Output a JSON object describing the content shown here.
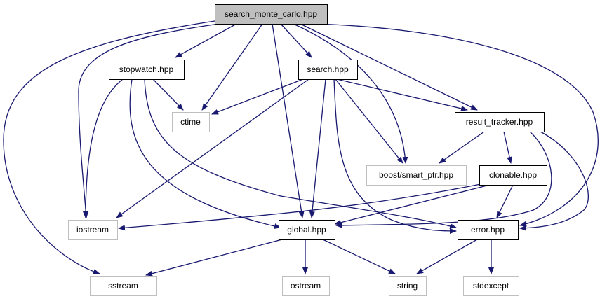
{
  "diagram": {
    "type": "include-dependency-graph",
    "colors": {
      "root_fill": "#bfbfbf",
      "edge": "#191970",
      "internal_border": "#000000",
      "external_border": "#bfbfbf",
      "node_fill": "#ffffff"
    },
    "nodes": {
      "search_monte_carlo": {
        "label": "search_monte_carlo.hpp",
        "kind": "root"
      },
      "stopwatch": {
        "label": "stopwatch.hpp",
        "kind": "internal"
      },
      "search": {
        "label": "search.hpp",
        "kind": "internal"
      },
      "ctime": {
        "label": "ctime",
        "kind": "external"
      },
      "result_tracker": {
        "label": "result_tracker.hpp",
        "kind": "internal"
      },
      "smart_ptr": {
        "label": "boost/smart_ptr.hpp",
        "kind": "external"
      },
      "clonable": {
        "label": "clonable.hpp",
        "kind": "internal"
      },
      "iostream": {
        "label": "iostream",
        "kind": "external"
      },
      "global": {
        "label": "global.hpp",
        "kind": "internal"
      },
      "error": {
        "label": "error.hpp",
        "kind": "internal"
      },
      "sstream": {
        "label": "sstream",
        "kind": "external"
      },
      "ostream": {
        "label": "ostream",
        "kind": "external"
      },
      "string": {
        "label": "string",
        "kind": "external"
      },
      "stdexcept": {
        "label": "stdexcept",
        "kind": "external"
      }
    },
    "edges": [
      [
        "search_monte_carlo",
        "stopwatch"
      ],
      [
        "search_monte_carlo",
        "search"
      ],
      [
        "search_monte_carlo",
        "ctime"
      ],
      [
        "search_monte_carlo",
        "result_tracker"
      ],
      [
        "search_monte_carlo",
        "smart_ptr"
      ],
      [
        "search_monte_carlo",
        "iostream"
      ],
      [
        "search_monte_carlo",
        "global"
      ],
      [
        "search_monte_carlo",
        "error"
      ],
      [
        "search_monte_carlo",
        "sstream"
      ],
      [
        "stopwatch",
        "ctime"
      ],
      [
        "stopwatch",
        "iostream"
      ],
      [
        "stopwatch",
        "global"
      ],
      [
        "stopwatch",
        "error"
      ],
      [
        "search",
        "ctime"
      ],
      [
        "search",
        "iostream"
      ],
      [
        "search",
        "global"
      ],
      [
        "search",
        "result_tracker"
      ],
      [
        "search",
        "smart_ptr"
      ],
      [
        "search",
        "error"
      ],
      [
        "result_tracker",
        "smart_ptr"
      ],
      [
        "result_tracker",
        "clonable"
      ],
      [
        "result_tracker",
        "global"
      ],
      [
        "result_tracker",
        "error"
      ],
      [
        "clonable",
        "iostream"
      ],
      [
        "clonable",
        "global"
      ],
      [
        "clonable",
        "error"
      ],
      [
        "global",
        "sstream"
      ],
      [
        "global",
        "ostream"
      ],
      [
        "global",
        "string"
      ],
      [
        "error",
        "string"
      ],
      [
        "error",
        "stdexcept"
      ]
    ]
  }
}
